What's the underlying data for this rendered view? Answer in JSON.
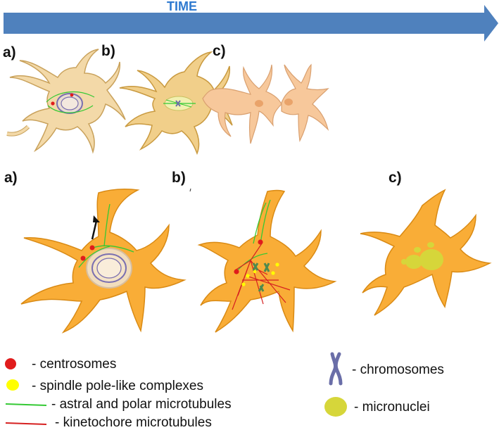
{
  "header": {
    "time_label": "TIME"
  },
  "panels_top": [
    {
      "label": "a)"
    },
    {
      "label": "b)"
    },
    {
      "label": "c)"
    }
  ],
  "panels_bottom": [
    {
      "label": "a)"
    },
    {
      "label": "b)"
    },
    {
      "label": "c)"
    }
  ],
  "legend": {
    "centrosomes": "- centrosomes",
    "spindle": "- spindle pole-like complexes",
    "astral": "- astral and polar microtubules",
    "kinetochore": "- kinetochore microtubules",
    "chromosomes": "- chromosomes",
    "micronuclei": "- micronuclei"
  },
  "colors": {
    "arrow": "#4f81bd",
    "cell_pale": "#f3d9a8",
    "cell_pale_stroke": "#c9a25c",
    "cell_peach": "#f7c89b",
    "cell_orange": "#f9ad37",
    "cell_orange_stroke": "#d98a14",
    "centrosome": "#e01c1c",
    "spindle_pole": "#ffff00",
    "astral_mt": "#34c934",
    "kinetochore_mt": "#d62020",
    "chromosome": "#6a6ea8",
    "micronuclei": "#d6d63a"
  }
}
